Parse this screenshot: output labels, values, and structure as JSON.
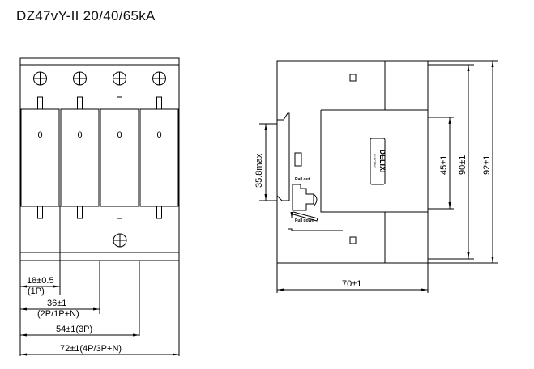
{
  "title": "DZ47vY-II 20/40/65kA",
  "front_view": {
    "dims": [
      {
        "value": "18±0.5",
        "note": "(1P)"
      },
      {
        "value": "36±1",
        "note": "(2P/1P+N)"
      },
      {
        "value": "54±1(3P)"
      },
      {
        "value": "72±1(4P/3P+N)"
      }
    ],
    "module_indicator": "0"
  },
  "side_view": {
    "dims": {
      "height_max": "35.8max",
      "inner_height": "45±1",
      "mid_height": "90±1",
      "total_height": "92±1",
      "depth": "70±1"
    },
    "rail_label": "Rail out",
    "pull_label": "Pull down",
    "logo": "DELIXI",
    "logo_sub": "ELECTRIC"
  }
}
